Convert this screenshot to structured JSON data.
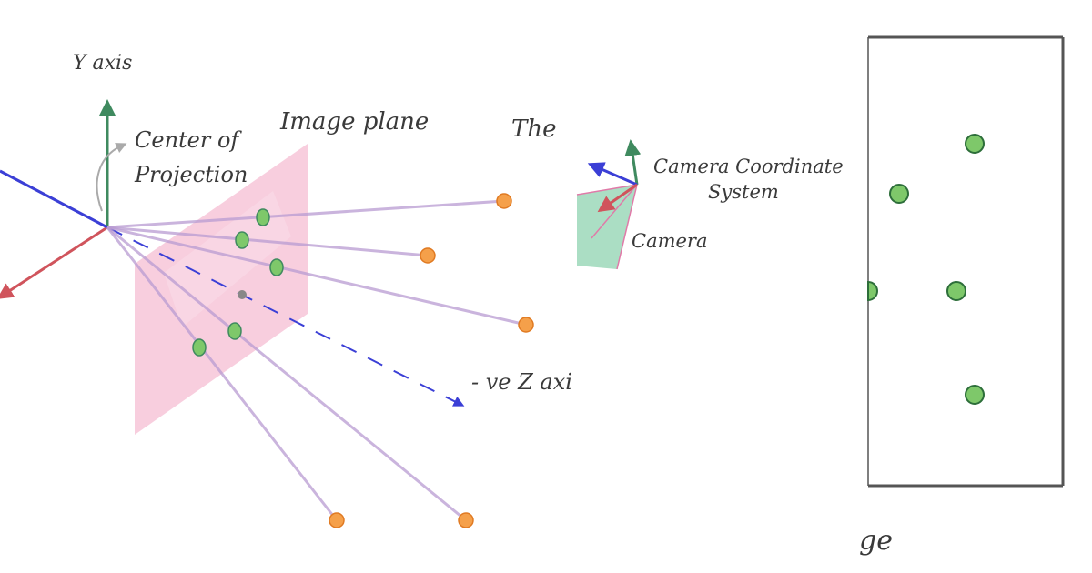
{
  "labels": {
    "y_axis": "Y axis",
    "center_of_projection_line1": "Center of",
    "center_of_projection_line2": "Projection",
    "image_plane": "Image plane",
    "the_partial": "The",
    "camera_coord_line1": "Camera Coordinate",
    "camera_coord_line2": "System",
    "camera": "Camera",
    "neg_z_axis": "- ve Z axi",
    "image_partial": "ge"
  },
  "colors": {
    "y_axis": "#3f8a5f",
    "x_axis": "#d0545c",
    "z_axis": "#3b3fd6",
    "image_plane": "#f2a6c2",
    "rays": "#b89bd2",
    "scene_point": "#f5a04a",
    "projected_point": "#7ec86a",
    "image_border": "#555555",
    "text": "#3a3a3a"
  },
  "icons": {
    "camera_glyph": "camera-coordinate-system-icon"
  }
}
